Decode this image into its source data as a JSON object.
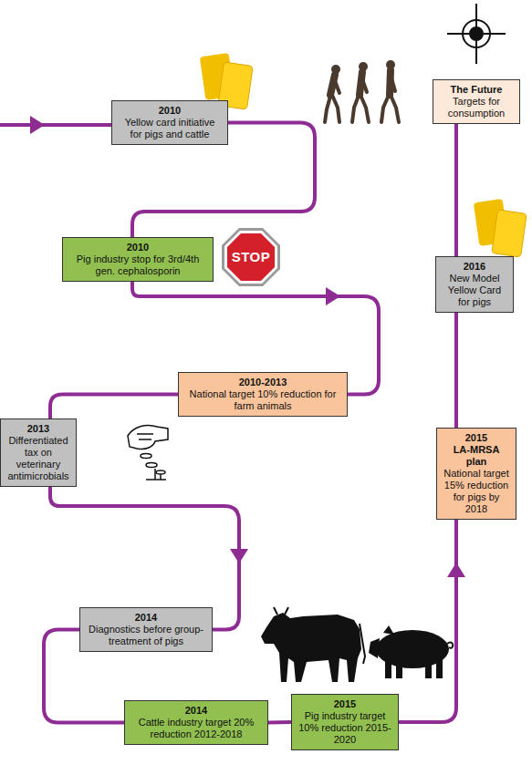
{
  "diagram": {
    "nodes": [
      {
        "text": [
          "2010",
          "Yellow card initiative for pigs and cattle"
        ]
      },
      {
        "text": [
          "2010",
          "Pig industry stop for 3rd/4th gen. cephalosporin"
        ]
      },
      {
        "text": [
          "2010-2013",
          "National target 10% reduction for farm animals"
        ]
      },
      {
        "text": [
          "2013",
          "Differentiated tax on veterinary antimicrobials"
        ]
      },
      {
        "text": [
          "2014",
          "Diagnostics before group-treatment of pigs"
        ]
      },
      {
        "text": [
          "2014",
          "Cattle industry target 20% reduction 2012-2018"
        ]
      },
      {
        "text": [
          "2015",
          "Pig industry target 10% reduction 2015-2020"
        ]
      },
      {
        "text": [
          "2015",
          "LA-MRSA plan",
          "National target 15% reduction for pigs by 2018"
        ]
      },
      {
        "text": [
          "2016",
          "New Model Yellow Card for pigs"
        ]
      },
      {
        "text": [
          "The Future",
          "Targets for consumption"
        ]
      }
    ],
    "edges": [
      {
        "from": 0,
        "to": 1,
        "arrow": "none"
      },
      {
        "from": 1,
        "to": 2,
        "arrow": "to"
      },
      {
        "from": 2,
        "to": 3,
        "arrow": "none"
      },
      {
        "from": 3,
        "to": 4,
        "arrow": "to"
      },
      {
        "from": 4,
        "to": 5,
        "arrow": "none"
      },
      {
        "from": 5,
        "to": 6,
        "arrow": "none"
      },
      {
        "from": 6,
        "to": 7,
        "arrow": "to"
      },
      {
        "from": 7,
        "to": 8,
        "arrow": "none"
      },
      {
        "from": 8,
        "to": 9,
        "arrow": "none"
      }
    ],
    "labels": [
      "STOP"
    ]
  }
}
